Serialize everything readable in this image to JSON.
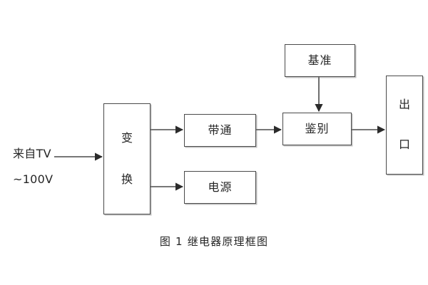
{
  "figure": {
    "caption": "图 1  继电器原理框图",
    "background_color": "#ffffff",
    "line_color": "#4a4a4a",
    "text_color": "#262626"
  },
  "source_label": {
    "line1": "来自TV",
    "line2": "~100V"
  },
  "blocks": {
    "transform": {
      "char1": "变",
      "char2": "换"
    },
    "bandpass": {
      "label": "带通"
    },
    "power": {
      "label": "电源"
    },
    "reference": {
      "label": "基准"
    },
    "discriminator": {
      "label": "鉴别"
    },
    "output": {
      "char1": "出",
      "char2": "口"
    }
  },
  "connections": [
    {
      "name": "source-to-transform",
      "from": "来自TV ~100V",
      "to": "变换"
    },
    {
      "name": "transform-to-bandpass",
      "from": "变换",
      "to": "带通"
    },
    {
      "name": "transform-to-power",
      "from": "变换",
      "to": "电源"
    },
    {
      "name": "bandpass-to-discriminator",
      "from": "带通",
      "to": "鉴别"
    },
    {
      "name": "reference-to-discriminator",
      "from": "基准",
      "to": "鉴别"
    },
    {
      "name": "discriminator-to-output",
      "from": "鉴别",
      "to": "出口"
    }
  ]
}
